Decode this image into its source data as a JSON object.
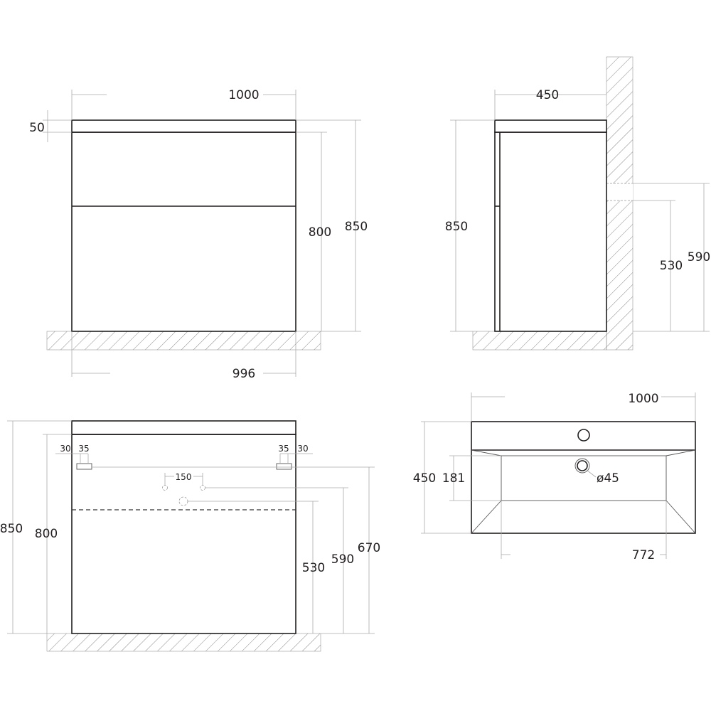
{
  "front_view": {
    "width_top": "1000",
    "top_thickness": "50",
    "body_height": "800",
    "total_height": "850",
    "width_bottom": "996"
  },
  "side_view": {
    "depth": "450",
    "total_height": "850",
    "pipe_low": "530",
    "pipe_high": "590"
  },
  "rear_view": {
    "total_height": "850",
    "body_height": "800",
    "left_offset": "30",
    "left_bracket": "35",
    "right_bracket": "35",
    "right_offset": "30",
    "hole_spacing": "150",
    "drain_height": "530",
    "supply_height": "590",
    "bracket_height": "670"
  },
  "top_view": {
    "width": "1000",
    "depth": "450",
    "basin_depth": "181",
    "drain_diameter": "ø45",
    "basin_width": "772"
  }
}
